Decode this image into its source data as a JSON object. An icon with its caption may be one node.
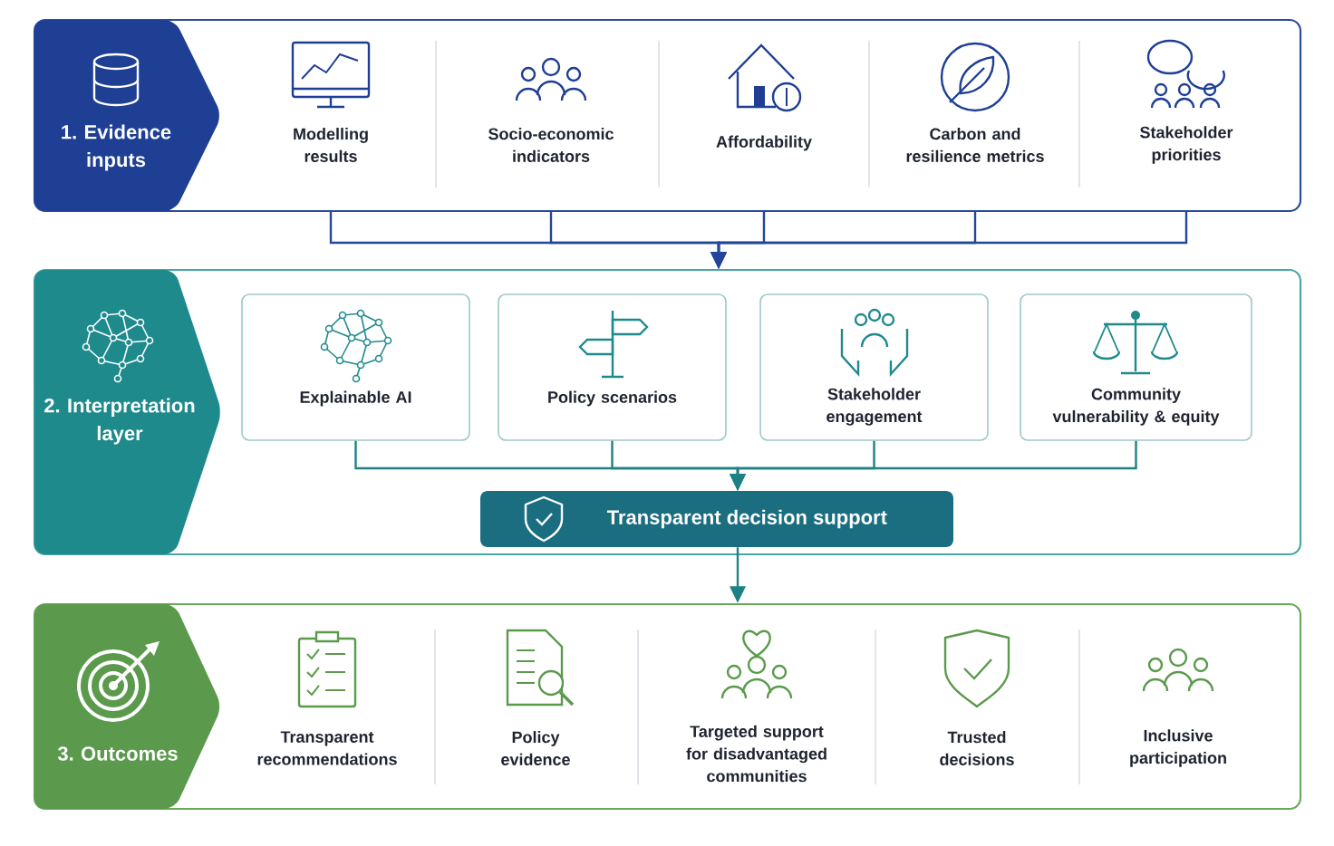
{
  "diagram": {
    "nodes": [
      {
        "text": [
          "1. Evidence inputs"
        ]
      },
      {
        "text": [
          "Modelling results"
        ],
        "in": 0
      },
      {
        "text": [
          "Socio-economic indicators"
        ],
        "in": 0
      },
      {
        "text": [
          "Affordability"
        ],
        "in": 0
      },
      {
        "text": [
          "Carbon and resilience metrics"
        ],
        "in": 0
      },
      {
        "text": [
          "Stakeholder priorities"
        ],
        "in": 0
      },
      {
        "text": [
          "2. Interpretation layer"
        ]
      },
      {
        "text": [
          "Explainable AI"
        ],
        "in": 6
      },
      {
        "text": [
          "Policy scenarios"
        ],
        "in": 6
      },
      {
        "text": [
          "Stakeholder engagement"
        ],
        "in": 6
      },
      {
        "text": [
          "Community vulnerability & equity"
        ],
        "in": 6
      },
      {
        "text": [
          "Transparent decision support"
        ],
        "in": 6
      },
      {
        "text": [
          "3. Outcomes"
        ]
      },
      {
        "text": [
          "Transparent recommendations"
        ],
        "in": 12
      },
      {
        "text": [
          "Policy evidence"
        ],
        "in": 12
      },
      {
        "text": [
          "Targeted support for disadvantaged communities"
        ],
        "in": 12
      },
      {
        "text": [
          "Trusted decisions"
        ],
        "in": 12
      },
      {
        "text": [
          "Inclusive participation"
        ],
        "in": 12
      }
    ],
    "edges": [
      {
        "from": 1,
        "to": 6,
        "arrow": "to",
        "color": "#23459a"
      },
      {
        "from": 2,
        "to": 6,
        "arrow": "to",
        "color": "#23459a"
      },
      {
        "from": 3,
        "to": 6,
        "arrow": "to",
        "color": "#23459a"
      },
      {
        "from": 4,
        "to": 6,
        "arrow": "to",
        "color": "#23459a"
      },
      {
        "from": 5,
        "to": 6,
        "arrow": "to",
        "color": "#23459a"
      },
      {
        "from": 7,
        "to": 11,
        "arrow": "to",
        "color": "#1d8185"
      },
      {
        "from": 8,
        "to": 11,
        "arrow": "to",
        "color": "#1d8185"
      },
      {
        "from": 9,
        "to": 11,
        "arrow": "to",
        "color": "#1d8185"
      },
      {
        "from": 10,
        "to": 11,
        "arrow": "to",
        "color": "#1d8185"
      },
      {
        "from": 11,
        "to": 12,
        "arrow": "to",
        "color": "#1d8185"
      }
    ]
  }
}
